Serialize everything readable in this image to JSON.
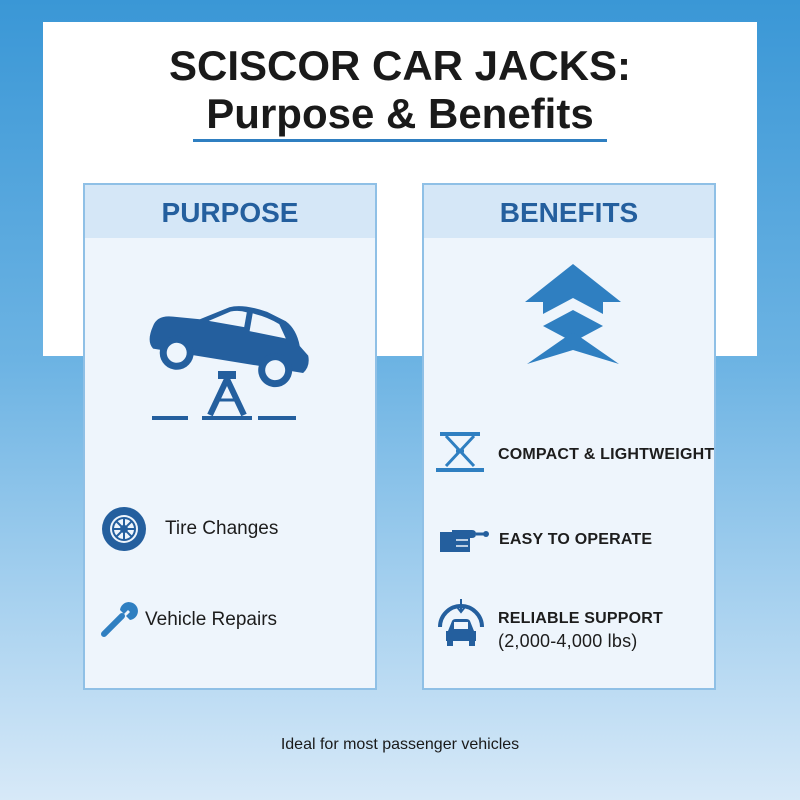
{
  "title": {
    "line1": "SCISCOR CAR JACKS:",
    "line2": "Purpose & Benefits"
  },
  "purpose": {
    "header": "PURPOSE",
    "items": [
      {
        "label": "Tire Changes",
        "icon": "tire-icon"
      },
      {
        "label": "Vehicle Repairs",
        "icon": "wrench-icon"
      }
    ]
  },
  "benefits": {
    "header": "BENEFITS",
    "items": [
      {
        "label": "COMPACT & LIGHTWEIGHT",
        "icon": "scissor-jack-icon"
      },
      {
        "label": "EASY TO OPERATE",
        "icon": "hand-crank-icon"
      },
      {
        "label_line1": "RELIABLE SUPPORT",
        "label_line2": "(2,000-4,000 lbs)",
        "icon": "car-support-icon"
      }
    ]
  },
  "footer": "Ideal for most passenger vehicles",
  "colors": {
    "accent": "#2f7fc1",
    "icon": "#245f9e",
    "header_text": "#245f9e"
  }
}
